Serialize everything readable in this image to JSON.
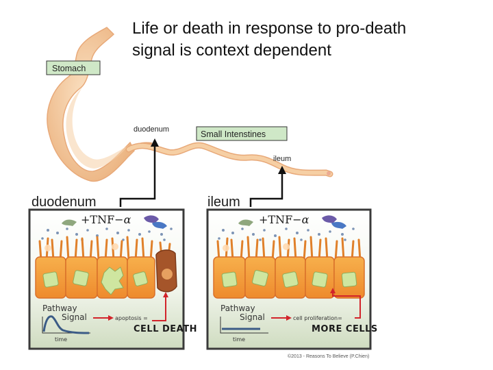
{
  "title": {
    "line1": "Life or death in response to pro-death",
    "line2": "signal is context dependent"
  },
  "anatomy": {
    "stomach_label": "Stomach",
    "duodenum_label": "duodenum",
    "small_intestines_label": "Small Intenstines",
    "ileum_label": "ileum"
  },
  "panels": [
    {
      "heading": "duodenum",
      "tnf_label": "+TNF−",
      "tnf_symbol": "α",
      "pathway_label": "Pathway",
      "signal_label": "Signal",
      "time_label": "time",
      "outcome_label": "apoptosis =",
      "outcome_result": "CELL DEATH"
    },
    {
      "heading": "ileum",
      "tnf_label": "+TNF−",
      "tnf_symbol": "α",
      "pathway_label": "Pathway",
      "signal_label": "Signal",
      "time_label": "time",
      "outcome_label": "cell proliferation=",
      "outcome_result": "MORE CELLS"
    }
  ],
  "credit": "©2013 - Reasons To Believe (P.Chien)",
  "colors": {
    "stomach": "#f3c99a",
    "label_box": "#cfe8c7",
    "panel_border": "#3a3a3a",
    "cell": "#f4a43c",
    "nucleus": "#cfe6a0",
    "background_green": "#dfe8d2",
    "arrow_red": "#d2232a",
    "signal_blue": "#3b5b86"
  }
}
